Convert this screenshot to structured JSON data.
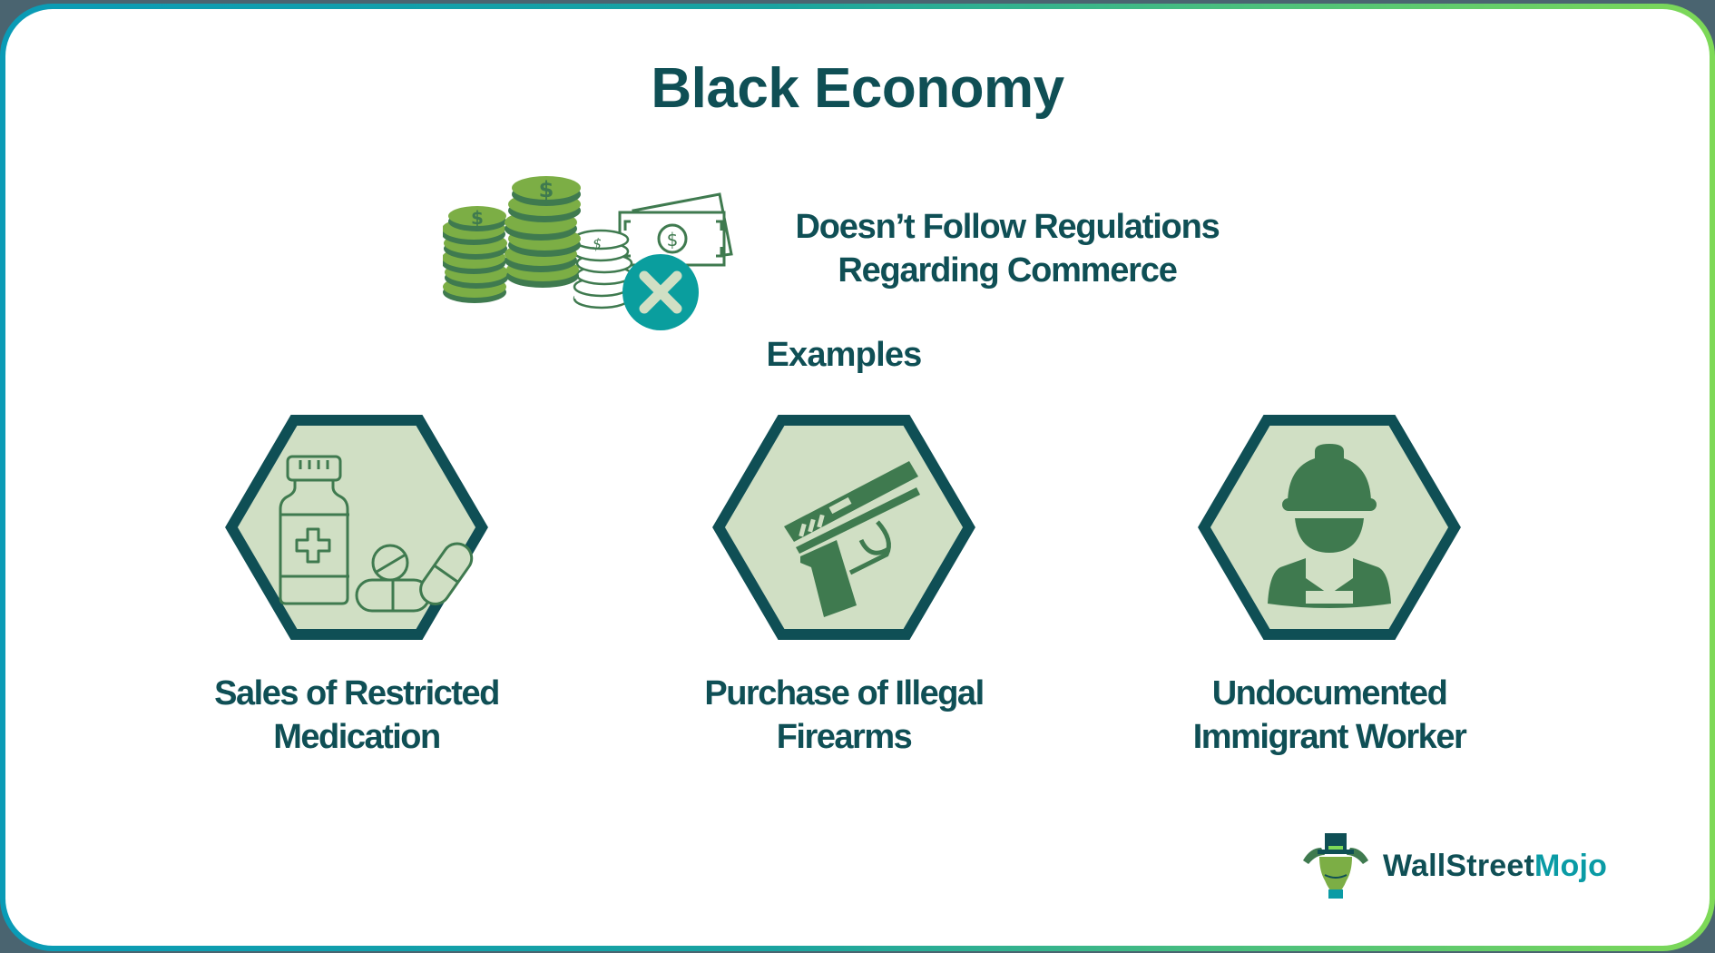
{
  "title": "Black Economy",
  "definition": {
    "line1": "Doesn’t Follow Regulations",
    "line2": "Regarding Commerce",
    "icon": "money-with-cross-icon"
  },
  "examples_heading": "Examples",
  "examples": [
    {
      "icon": "medicine-bottle-pills-icon",
      "line1": "Sales of Restricted",
      "line2": "Medication"
    },
    {
      "icon": "handgun-icon",
      "line1": "Purchase of Illegal",
      "line2": "Firearms"
    },
    {
      "icon": "construction-worker-icon",
      "line1": "Undocumented",
      "line2": "Immigrant Worker"
    }
  ],
  "brand": {
    "name_primary": "WallStreet",
    "name_accent": "Mojo",
    "icon": "bull-with-top-hat-logo-icon"
  },
  "colors": {
    "heading": "#0f4f55",
    "hex_fill": "#d0dfc4",
    "hex_border": "#0f4f55",
    "icon_green": "#3f7a4f",
    "coin_light": "#7cae45",
    "cross_circle": "#0a9e9e",
    "frame_left": "#0a9bb6",
    "frame_right": "#7ed957",
    "background": "#4a6470",
    "brand_accent": "#0a9ba5"
  }
}
